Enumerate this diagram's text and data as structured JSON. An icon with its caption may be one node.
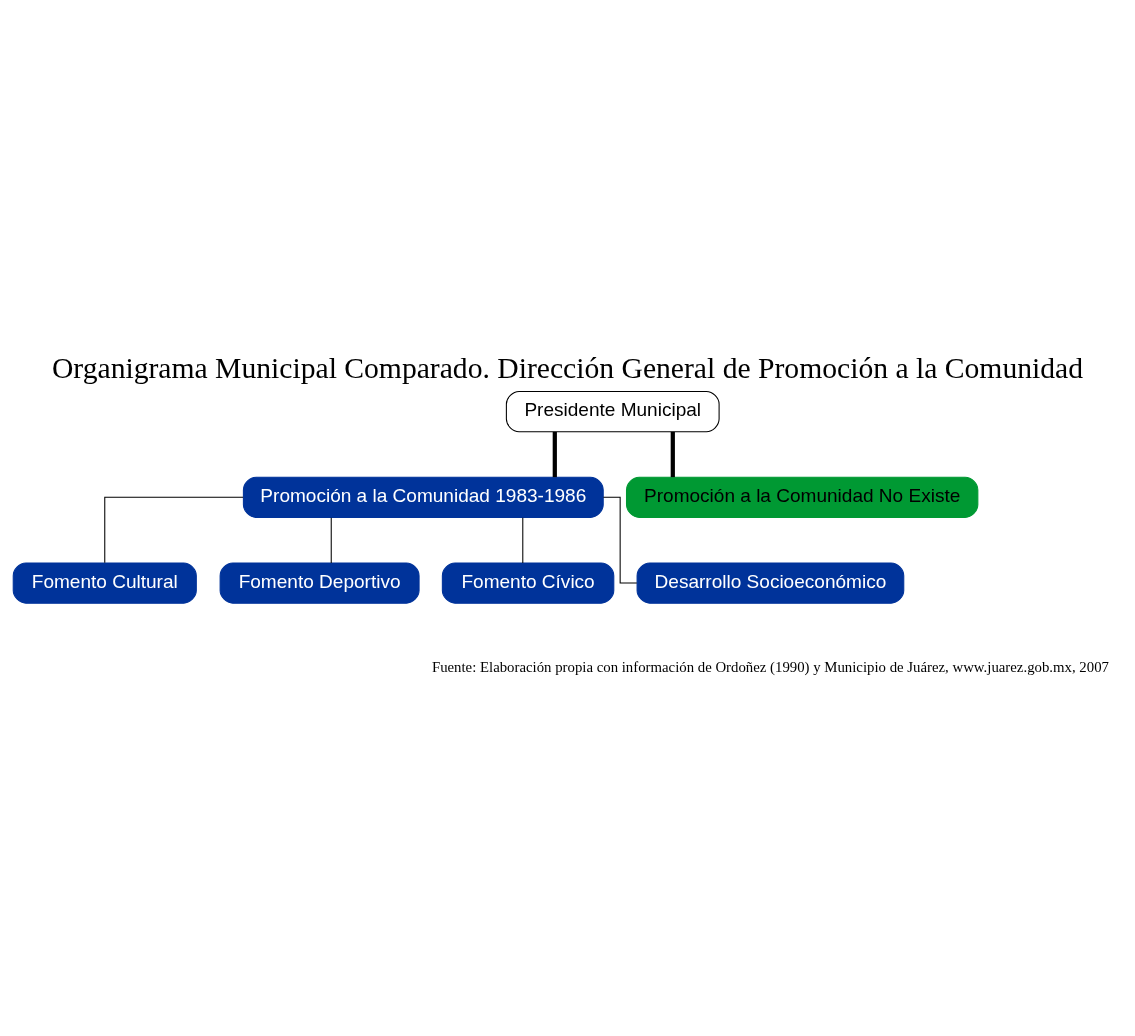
{
  "diagram": {
    "title": "Organigrama Municipal Comparado. Dirección General de Promoción a la Comunidad",
    "caption": "Fuente: Elaboración propia con información de Ordoñez (1990) y Municipio de Juárez, www.juarez.gob.mx, 2007",
    "nodes": [
      {
        "text": [
          "Presidente Municipal"
        ]
      },
      {
        "text": [
          "Promoción a la Comunidad 1983-1986"
        ]
      },
      {
        "text": [
          "Promoción a la Comunidad No Existe"
        ]
      },
      {
        "text": [
          "Fomento Cultural"
        ]
      },
      {
        "text": [
          "Fomento Deportivo"
        ]
      },
      {
        "text": [
          "Fomento Cívico"
        ]
      },
      {
        "text": [
          "Desarrollo Socioeconómico"
        ]
      }
    ],
    "edges": [
      {
        "from": 0,
        "to": 1,
        "arrow": "none",
        "style": "thick"
      },
      {
        "from": 0,
        "to": 2,
        "arrow": "none",
        "style": "thick"
      },
      {
        "from": 1,
        "to": 3,
        "arrow": "none"
      },
      {
        "from": 1,
        "to": 4,
        "arrow": "none"
      },
      {
        "from": 1,
        "to": 5,
        "arrow": "none"
      },
      {
        "from": 1,
        "to": 6,
        "arrow": "none"
      }
    ]
  }
}
